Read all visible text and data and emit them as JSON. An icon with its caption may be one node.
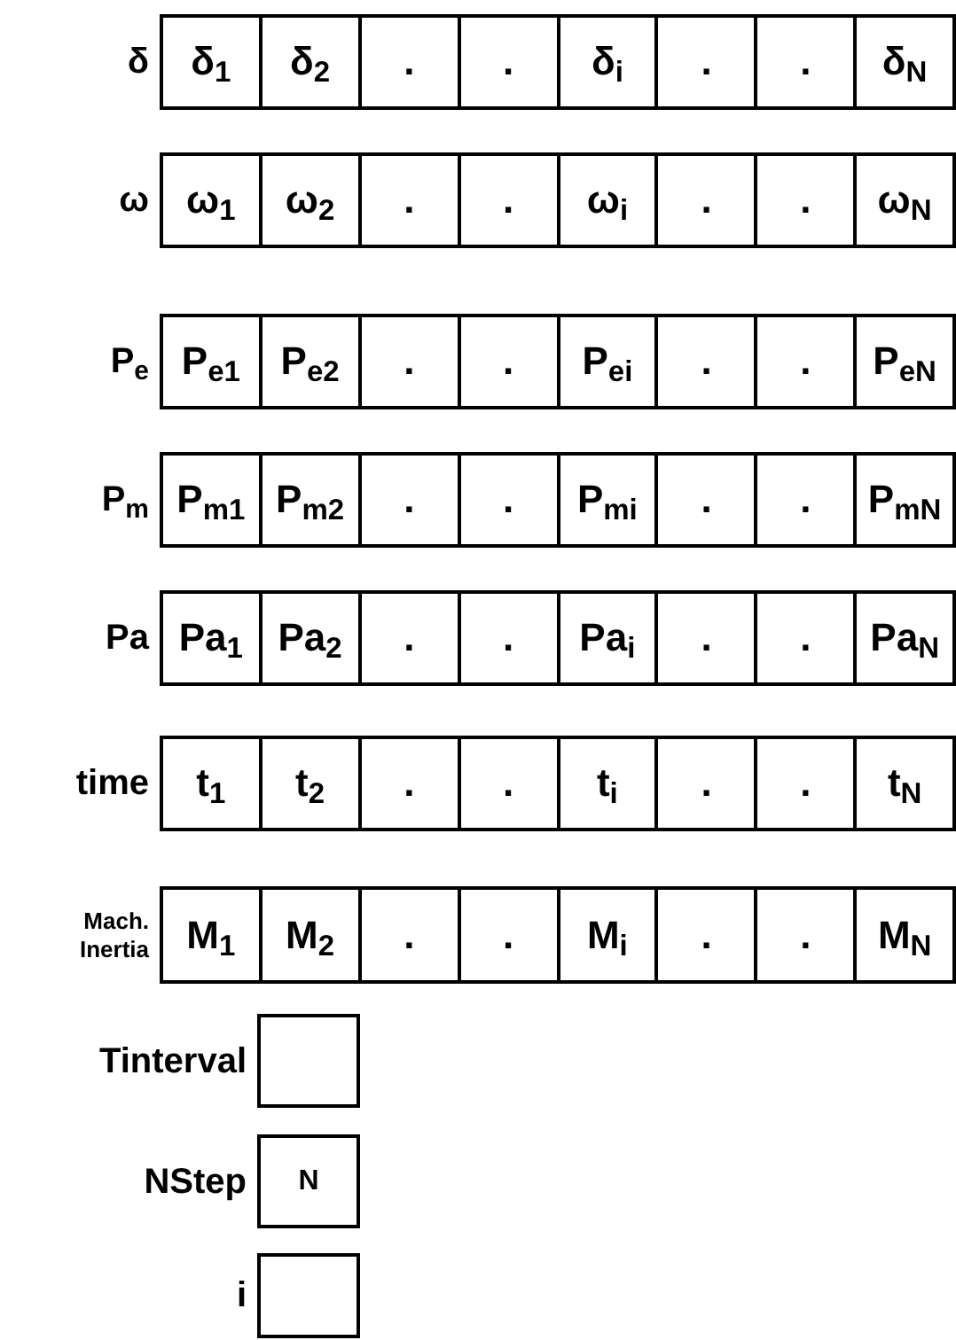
{
  "diagram": {
    "nodes": [
      {
        "text": [],
        "shape": "box",
        "beside": [
          "δ"
        ]
      },
      {
        "text": [
          "δ$_{1}$"
        ],
        "in": 0
      },
      {
        "text": [
          "δ$_{2}$"
        ],
        "in": 0
      },
      {
        "text": [
          "."
        ],
        "in": 0
      },
      {
        "text": [
          "."
        ],
        "in": 0
      },
      {
        "text": [
          "δ$_{i}$"
        ],
        "in": 0
      },
      {
        "text": [
          "."
        ],
        "in": 0
      },
      {
        "text": [
          "."
        ],
        "in": 0
      },
      {
        "text": [
          "δ$_{N}$"
        ],
        "in": 0
      },
      {
        "text": [],
        "shape": "box",
        "beside": [
          "ω"
        ]
      },
      {
        "text": [
          "ω$_{1}$"
        ],
        "in": 9
      },
      {
        "text": [
          "ω$_{2}$"
        ],
        "in": 9
      },
      {
        "text": [
          "."
        ],
        "in": 9
      },
      {
        "text": [
          "."
        ],
        "in": 9
      },
      {
        "text": [
          "ω$_{i}$"
        ],
        "in": 9
      },
      {
        "text": [
          "."
        ],
        "in": 9
      },
      {
        "text": [
          "."
        ],
        "in": 9
      },
      {
        "text": [
          "ω$_{N}$"
        ],
        "in": 9
      },
      {
        "text": [],
        "shape": "box",
        "beside": [
          "P$_{e}$"
        ]
      },
      {
        "text": [
          "P$_{e1}$"
        ],
        "in": 18
      },
      {
        "text": [
          "P$_{e2}$"
        ],
        "in": 18
      },
      {
        "text": [
          "."
        ],
        "in": 18
      },
      {
        "text": [
          "."
        ],
        "in": 18
      },
      {
        "text": [
          "P$_{ei}$"
        ],
        "in": 18
      },
      {
        "text": [
          "."
        ],
        "in": 18
      },
      {
        "text": [
          "."
        ],
        "in": 18
      },
      {
        "text": [
          "P$_{eN}$"
        ],
        "in": 18
      },
      {
        "text": [],
        "shape": "box",
        "beside": [
          "P$_{m}$"
        ]
      },
      {
        "text": [
          "P$_{m1}$"
        ],
        "in": 27
      },
      {
        "text": [
          "P$_{m2}$"
        ],
        "in": 27
      },
      {
        "text": [
          "."
        ],
        "in": 27
      },
      {
        "text": [
          "."
        ],
        "in": 27
      },
      {
        "text": [
          "P$_{mi}$"
        ],
        "in": 27
      },
      {
        "text": [
          "."
        ],
        "in": 27
      },
      {
        "text": [
          "."
        ],
        "in": 27
      },
      {
        "text": [
          "P$_{mN}$"
        ],
        "in": 27
      },
      {
        "text": [],
        "shape": "box",
        "beside": [
          "Pa"
        ]
      },
      {
        "text": [
          "Pa$_{1}$"
        ],
        "in": 36
      },
      {
        "text": [
          "Pa$_{2}$"
        ],
        "in": 36
      },
      {
        "text": [
          "."
        ],
        "in": 36
      },
      {
        "text": [
          "."
        ],
        "in": 36
      },
      {
        "text": [
          "Pa$_{i}$"
        ],
        "in": 36
      },
      {
        "text": [
          "."
        ],
        "in": 36
      },
      {
        "text": [
          "."
        ],
        "in": 36
      },
      {
        "text": [
          "Pa$_{N}$"
        ],
        "in": 36
      },
      {
        "text": [],
        "shape": "box",
        "beside": [
          "time"
        ]
      },
      {
        "text": [
          "t$_{1}$"
        ],
        "in": 45
      },
      {
        "text": [
          "t$_{2}$"
        ],
        "in": 45
      },
      {
        "text": [
          "."
        ],
        "in": 45
      },
      {
        "text": [
          "."
        ],
        "in": 45
      },
      {
        "text": [
          "t$_{i}$"
        ],
        "in": 45
      },
      {
        "text": [
          "."
        ],
        "in": 45
      },
      {
        "text": [
          "."
        ],
        "in": 45
      },
      {
        "text": [
          "t$_{N}$"
        ],
        "in": 45
      },
      {
        "text": [],
        "shape": "box",
        "beside": [
          "Mach. Inertia"
        ]
      },
      {
        "text": [
          "M$_{1}$"
        ],
        "in": 54
      },
      {
        "text": [
          "M$_{2}$"
        ],
        "in": 54
      },
      {
        "text": [
          "."
        ],
        "in": 54
      },
      {
        "text": [
          "."
        ],
        "in": 54
      },
      {
        "text": [
          "M$_{i}$"
        ],
        "in": 54
      },
      {
        "text": [
          "."
        ],
        "in": 54
      },
      {
        "text": [
          "."
        ],
        "in": 54
      },
      {
        "text": [
          "M$_{N}$"
        ],
        "in": 54
      },
      {
        "text": [],
        "shape": "box",
        "beside": [
          "Tinterval"
        ]
      },
      {
        "text": [
          "N"
        ],
        "beside": [
          "NStep"
        ]
      },
      {
        "text": [],
        "shape": "box",
        "beside": [
          "i"
        ]
      }
    ]
  }
}
